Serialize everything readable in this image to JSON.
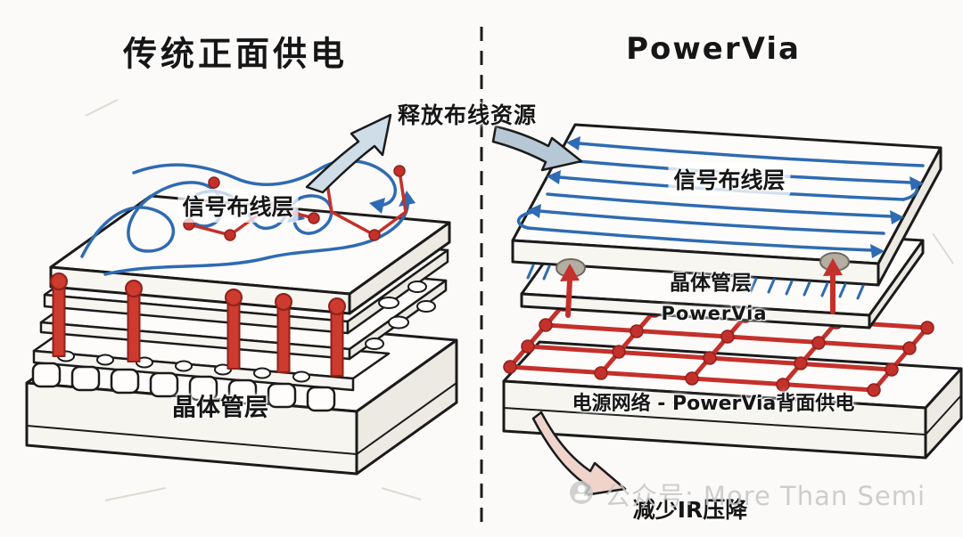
{
  "colors": {
    "paper": "#fbfaf8",
    "ink": "#1b1b1b",
    "signal_blue": "#2e6bb2",
    "power_red": "#c4302b",
    "arrow_fill_light": "#cfdde8",
    "arrow_fill_dark": "#b6c8d6",
    "ir_arrow_fill": "#f0d4cc",
    "watermark_gray": "#c6c6c6"
  },
  "left_panel": {
    "title": "传统正面供电",
    "signal_layer_label": "信号布线层",
    "transistor_layer_label": "晶体管层"
  },
  "callout": {
    "free_routing_label": "释放布线资源"
  },
  "right_panel": {
    "title": "PowerVia",
    "signal_layer_label": "信号布线层",
    "transistor_layer_label": "晶体管层",
    "powervia_label": "PowerVia",
    "power_network_label": "电源网络 - PowerVia背面供电",
    "ir_drop_label": "减少IR压降"
  },
  "watermark": {
    "text": "公众号: More Than Semi"
  }
}
